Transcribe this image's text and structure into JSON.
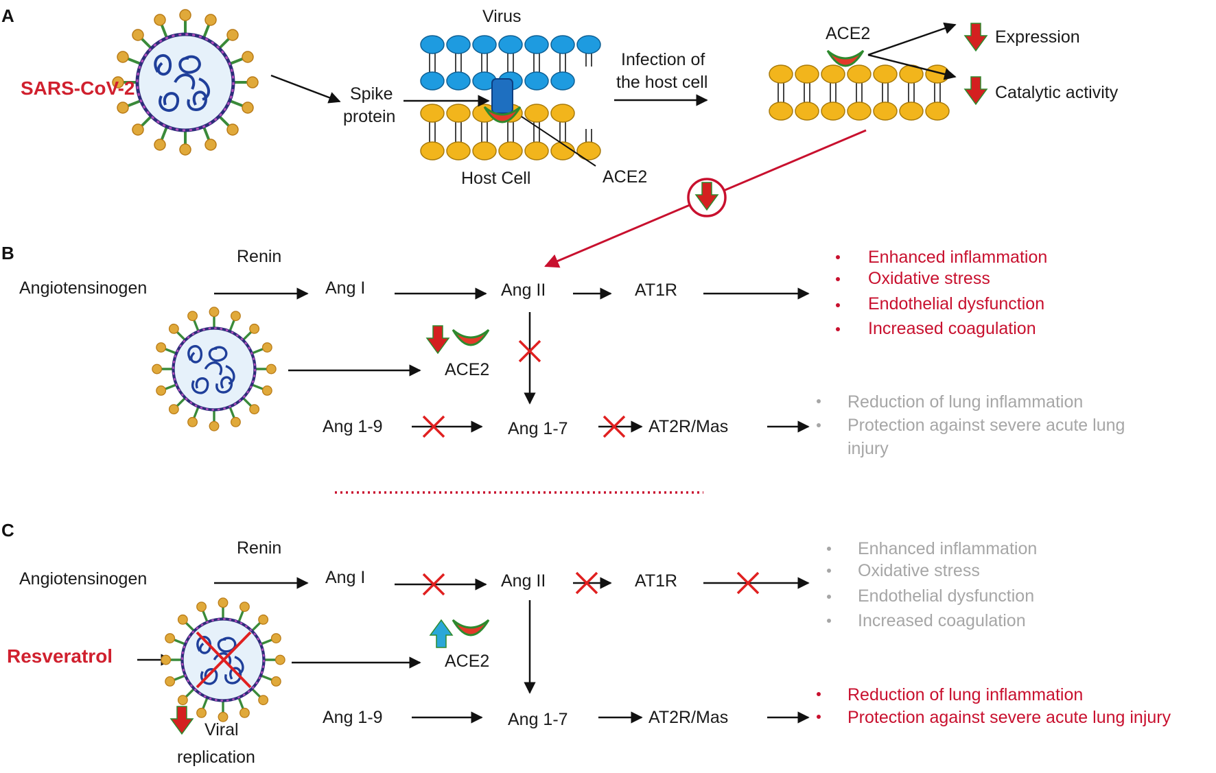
{
  "panels": {
    "a": "A",
    "b": "B",
    "c": "C"
  },
  "panel_a": {
    "virus_name": "SARS-CoV-2",
    "spike_protein": [
      "Spike",
      "protein"
    ],
    "virus": "Virus",
    "host_cell": "Host Cell",
    "ace2": "ACE2",
    "infection": [
      "Infection of",
      "the host cell"
    ],
    "ace2_top": "ACE2",
    "expression": "Expression",
    "catalytic": "Catalytic activity"
  },
  "panel_b": {
    "renin": "Renin",
    "angiotensinogen": "Angiotensinogen",
    "ang1": "Ang I",
    "ang2": "Ang II",
    "at1r": "AT1R",
    "ace2": "ACE2",
    "ang19": "Ang 1-9",
    "ang17": "Ang 1-7",
    "at2r": "AT2R/Mas",
    "effects_bad": [
      "Enhanced inflammation",
      "Oxidative stress",
      "Endothelial dysfunction",
      "Increased coagulation"
    ],
    "effects_good": [
      "Reduction of lung inflammation",
      "Protection against severe acute lung",
      "injury"
    ]
  },
  "panel_c": {
    "renin": "Renin",
    "angiotensinogen": "Angiotensinogen",
    "ang1": "Ang I",
    "ang2": "Ang II",
    "at1r": "AT1R",
    "resveratrol": "Resveratrol",
    "ace2": "ACE2",
    "viral": [
      "Viral",
      "replication"
    ],
    "ang19": "Ang 1-9",
    "ang17": "Ang 1-7",
    "at2r": "AT2R/Mas",
    "effects_bad": [
      "Enhanced inflammation",
      "Oxidative stress",
      "Endothelial dysfunction",
      "Increased coagulation"
    ],
    "effects_good": [
      "Reduction of lung inflammation",
      "Protection against severe acute lung injury"
    ]
  },
  "colors": {
    "red": "#c8102e",
    "grey": "#a6a6a6",
    "lipid_blue": "#1e9be0",
    "lipid_orange": "#f2b51c",
    "arrow_up": "#2aa7d8"
  }
}
